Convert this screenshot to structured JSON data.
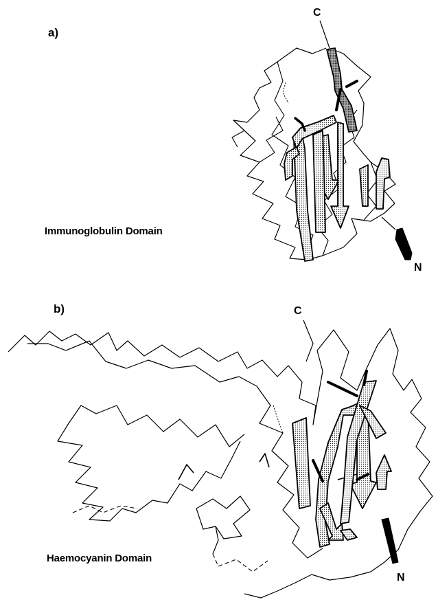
{
  "panels": [
    {
      "letter": "a)",
      "caption": "Immunoglobulin Domain",
      "c_terminus": "C",
      "n_terminus": "N"
    },
    {
      "letter": "b)",
      "caption": "Haemocyanin Domain",
      "c_terminus": "C",
      "n_terminus": "N"
    }
  ]
}
